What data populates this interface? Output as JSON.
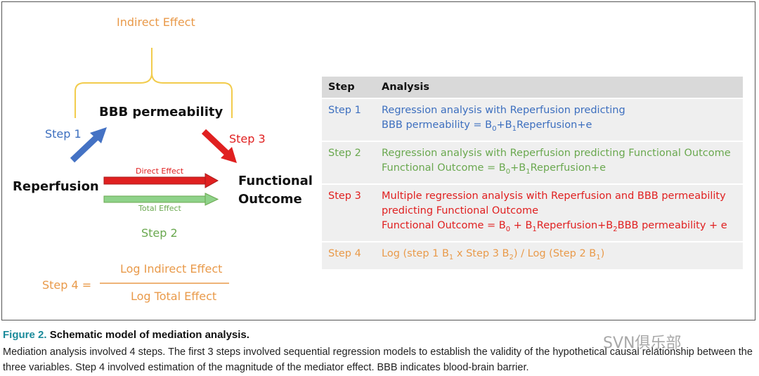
{
  "diagram": {
    "indirect_effect": "Indirect Effect",
    "mediator": "BBB permeability",
    "exposure": "Reperfusion",
    "outcome_line1": "Functional",
    "outcome_line2": "Outcome",
    "step1": "Step 1",
    "step2": "Step 2",
    "step3": "Step 3",
    "direct_effect": "Direct Effect",
    "total_effect": "Total Effect",
    "step4_label": "Step 4 =",
    "numerator": "Log Indirect Effect",
    "denominator": "Log Total Effect",
    "colors": {
      "orange": "#e99a4a",
      "blue": "#3d6fbf",
      "green": "#6aa84f",
      "red": "#e02020",
      "bracket": "#f2cc4d"
    }
  },
  "table": {
    "headers": [
      "Step",
      "Analysis"
    ],
    "rows": [
      {
        "step": "Step 1",
        "lines": [
          "Regression analysis with Reperfusion predicting",
          "BBB permeability = B0+B1Reperfusion+e"
        ]
      },
      {
        "step": "Step 2",
        "lines": [
          "Regression analysis with Reperfusion predicting Functional Outcome",
          "Functional Outcome = B0+B1Reperfusion+e"
        ]
      },
      {
        "step": "Step 3",
        "lines": [
          "Multiple regression analysis with Reperfusion and BBB permeability",
          "predicting Functional Outcome",
          "Functional Outcome = B0 + B1Reperfusion+B2BBB permeability + e"
        ]
      },
      {
        "step": "Step 4",
        "lines": [
          "Log (step 1 B1 x Step 3 B2) / Log (Step 2 B1)"
        ]
      }
    ]
  },
  "caption": {
    "figure_label": "Figure 2.",
    "title": "Schematic model of mediation analysis.",
    "body": "Mediation analysis involved 4 steps. The first 3 steps involved sequential regression models to establish the validity of the hypothetical causal relationship between the three variables. Step 4 involved estimation of the magnitude of the mediator effect. BBB indicates blood-brain barrier."
  },
  "watermark": "SVN俱乐部"
}
